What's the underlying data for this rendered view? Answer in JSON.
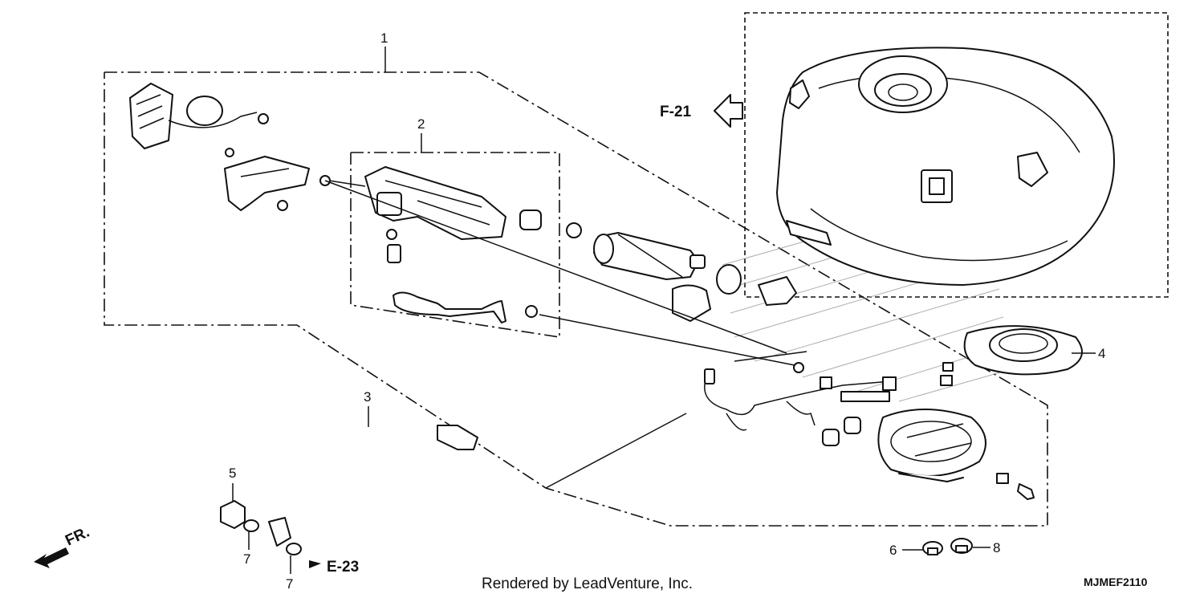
{
  "callouts": {
    "c1": "1",
    "c2": "2",
    "c3": "3",
    "c4": "4",
    "c5": "5",
    "c6": "6",
    "c7a": "7",
    "c7b": "7",
    "c8": "8"
  },
  "refs": {
    "f21": "F-21",
    "e23": "E-23",
    "front": "FR."
  },
  "footer": {
    "credit": "Rendered by LeadVenture, Inc.",
    "diagram_code": "MJMEF2110"
  }
}
